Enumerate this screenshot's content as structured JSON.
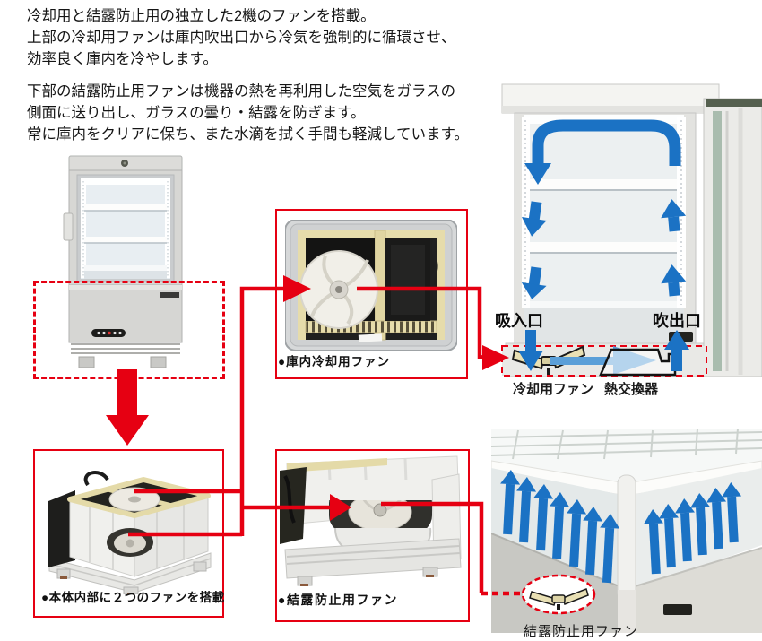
{
  "intro": {
    "p1l1": "冷却用と結露防止用の独立した2機のファンを搭載。",
    "p1l2": "上部の冷却用ファンは庫内吹出口から冷気を強制的に循環させ、",
    "p1l3": "効率良く庫内を冷やします。",
    "p2l1": "下部の結露防止用ファンは機器の熱を再利用した空気をガラスの",
    "p2l2": "側面に送り出し、ガラスの曇り・結露を防ぎます。",
    "p2l3": "常に庫内をクリアに保ち、また水滴を拭く手間も軽減しています。"
  },
  "captions": {
    "cooling_box": "●庫内冷却用ファン",
    "two_fans_box": "●本体内部に２つのファンを搭載",
    "condensation_box": "●結露防止用ファン",
    "condensation_bottom": "結露防止用ファン"
  },
  "flow_labels": {
    "intake": "吸入口",
    "outlet": "吹出口",
    "cooling_fan": "冷却用ファン",
    "heat_exchanger": "熱交換器"
  },
  "colors": {
    "accent_red": "#e60012",
    "arrow_blue": "#1b72c4",
    "arrow_light_blue": "#5b9fd8",
    "foam_beige": "#e6dcab"
  }
}
